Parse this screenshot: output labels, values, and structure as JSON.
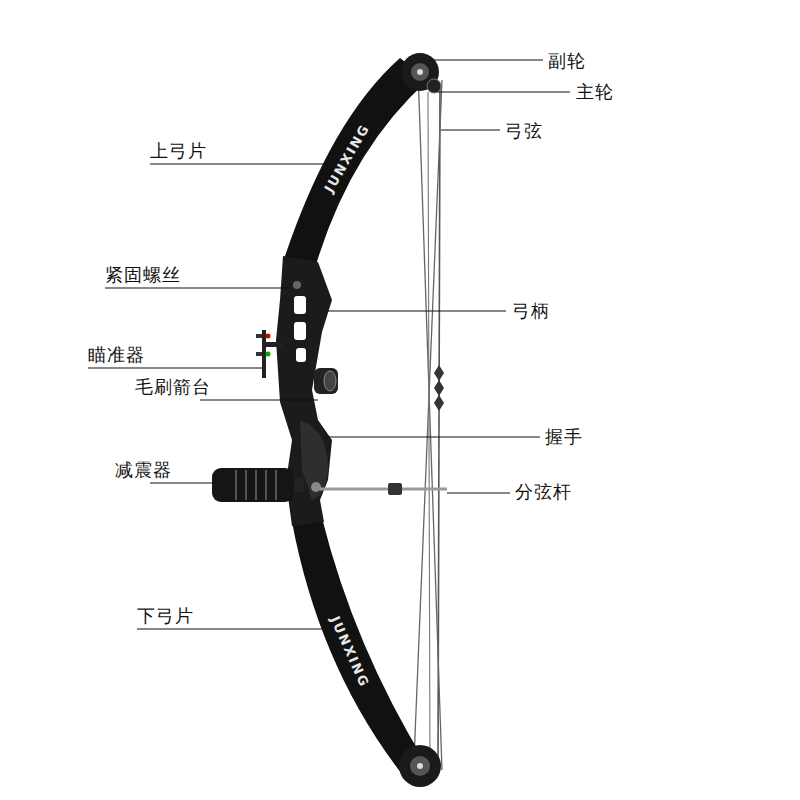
{
  "diagram": {
    "labels": [
      "副轮",
      "主轮",
      "弓弦",
      "上弓片",
      "紧固螺丝",
      "弓柄",
      "瞄准器",
      "毛刷箭台",
      "握手",
      "减震器",
      "分弦杆",
      "下弓片",
      "JUNXING",
      "JUNXING"
    ]
  }
}
